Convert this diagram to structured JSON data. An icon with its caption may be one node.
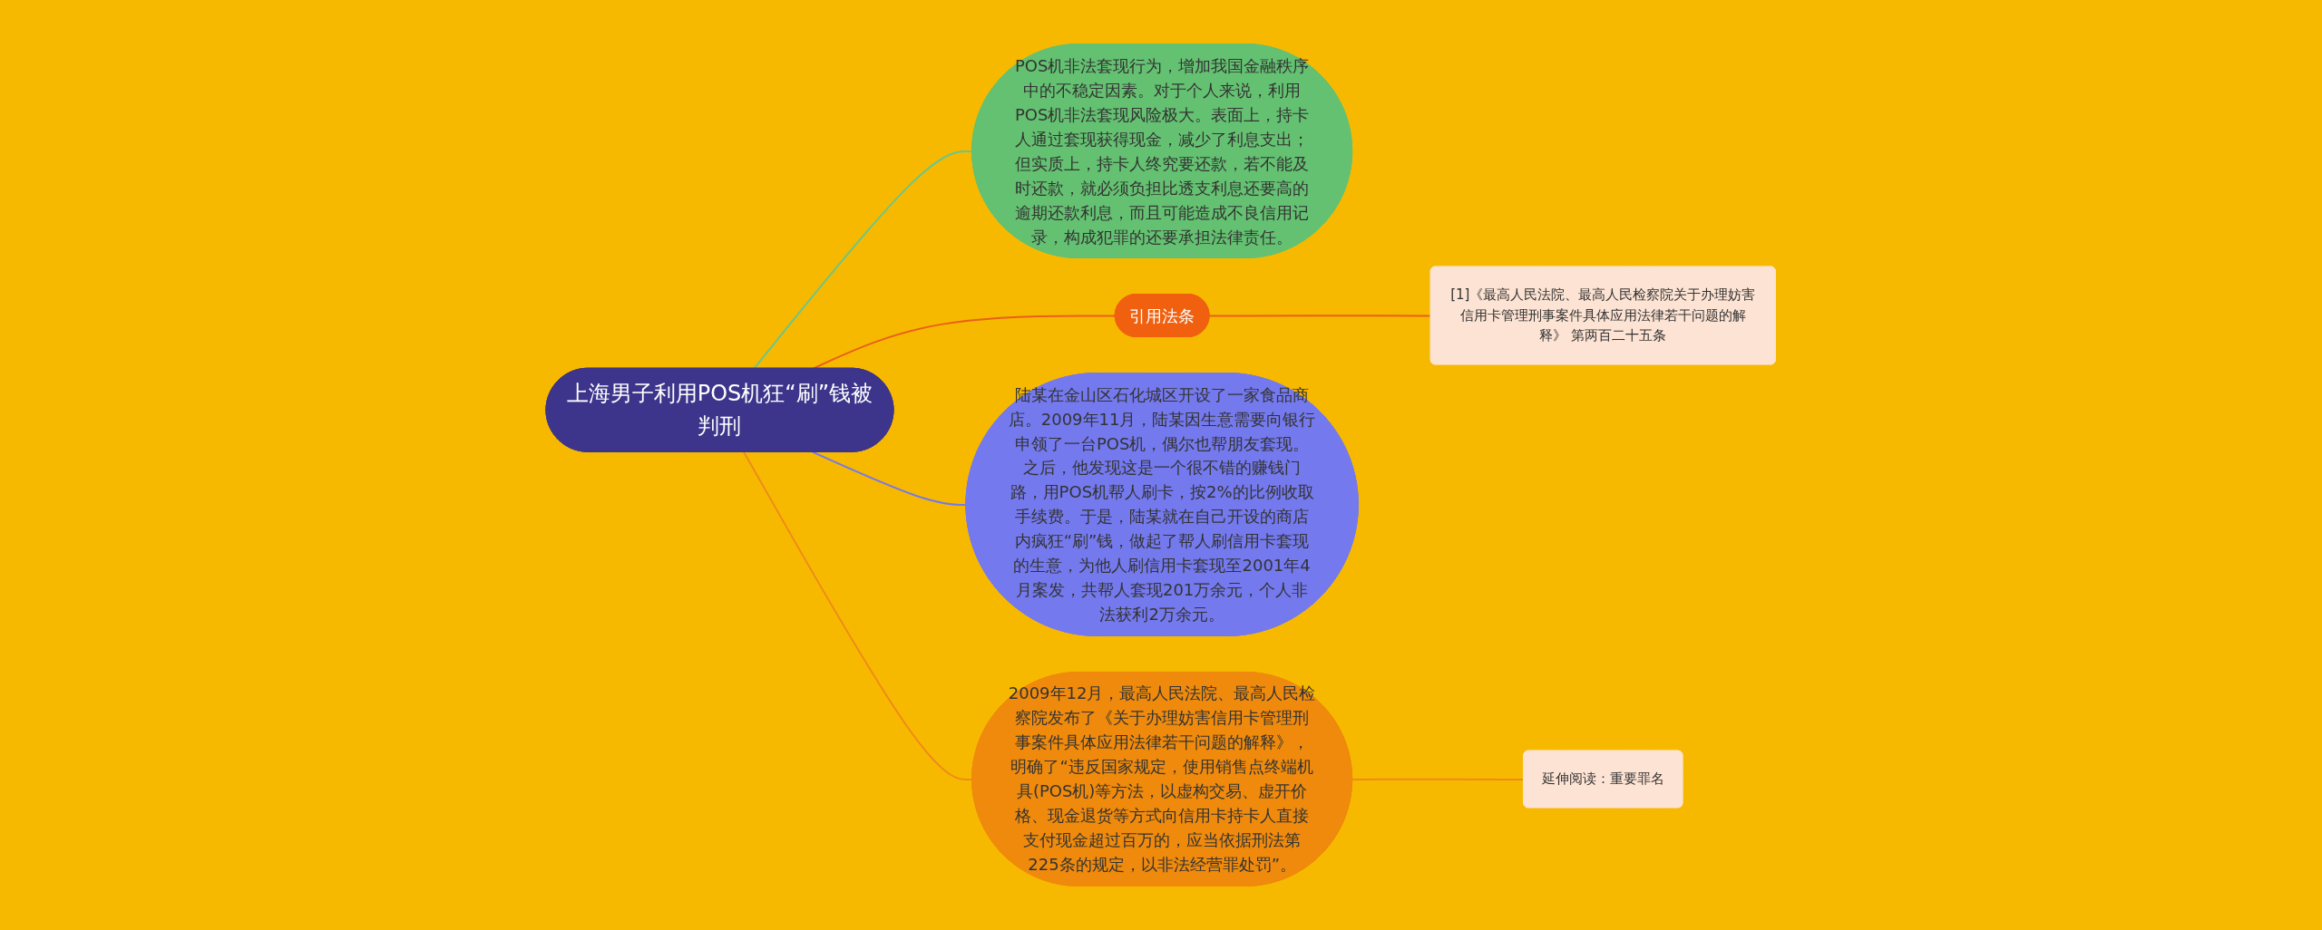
{
  "diagram": {
    "nodes": [
      {
        "text": [
          "上海男子利用POS机狂“刷”钱被判刑"
        ]
      },
      {
        "text": [
          "POS机非法套现行为，增加我国金融秩序中的不稳定因素。对于个人来说，利用POS机非法套现风险极大。表面上，持卡人通过套现获得现金，减少了利息支出；但实质上，持卡人终究要还款，若不能及时还款，就必须负担比透支利息还要高的逾期还款利息，而且可能造成不良信用记录，构成犯罪的还要承担法律责任。"
        ]
      },
      {
        "text": [
          "引用法条"
        ]
      },
      {
        "text": [
          "[1]《最高人民法院、最高人民检察院关于办理妨害信用卡管理刑事案件具体应用法律若干问题的解释》 第两百二十五条"
        ]
      },
      {
        "text": [
          "陆某在金山区石化城区开设了一家食品商店。2009年11月，陆某因生意需要向银行申领了一台POS机，偶尔也帮朋友套现。之后，他发现这是一个很不错的赚钱门路，用POS机帮人刷卡，按2%的比例收取手续费。于是，陆某就在自己开设的商店内疯狂“刷”钱，做起了帮人刷信用卡套现的生意，为他人刷信用卡套现至2001年4月案发，共帮人套现201万余元，个人非法获利2万余元。"
        ]
      },
      {
        "text": [
          "2009年12月，最高人民法院、最高人民检察院发布了《关于办理妨害信用卡管理刑事案件具体应用法律若干问题的解释》，明确了“违反国家规定，使用销售点终端机具(POS机)等方法，以虚构交易、虚开价格、现金退货等方式向信用卡持卡人直接支付现金超过百万的，应当依据刑法第225条的规定，以非法经营罪处罚”。"
        ]
      },
      {
        "text": [
          "延伸阅读：重要罪名"
        ]
      }
    ],
    "edges": [
      {
        "from": 0,
        "to": 1,
        "arrow": "none",
        "color": "#6cc58a"
      },
      {
        "from": 0,
        "to": 2,
        "arrow": "none",
        "color": "#e8601a"
      },
      {
        "from": 2,
        "to": 3,
        "arrow": "none",
        "color": "#e8601a"
      },
      {
        "from": 0,
        "to": 4,
        "arrow": "none",
        "color": "#7479ea"
      },
      {
        "from": 0,
        "to": 5,
        "arrow": "none",
        "color": "#ef8a1a"
      },
      {
        "from": 5,
        "to": 6,
        "arrow": "none",
        "color": "#ef8a1a"
      }
    ]
  }
}
